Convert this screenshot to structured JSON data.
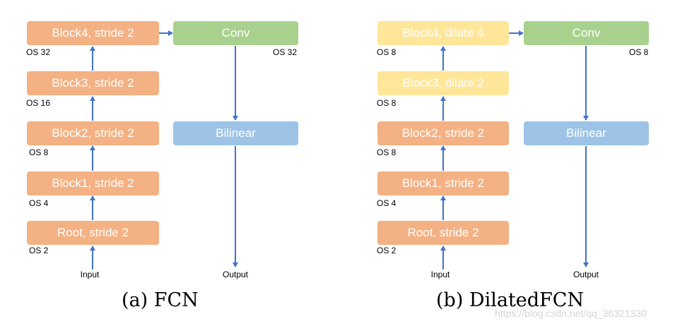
{
  "fcn": {
    "blocks": {
      "block4": "Block4, stride 2",
      "block3": "Block3, stride 2",
      "block2": "Block2, stride 2",
      "block1": "Block1, stride 2",
      "root": "Root, stride 2"
    },
    "conv": "Conv",
    "bilinear": "Bilinear",
    "os_labels": {
      "block4": "OS 32",
      "conv": "OS 32",
      "block3": "OS 16",
      "block2": "OS 8",
      "block1": "OS 4",
      "root": "OS 2"
    },
    "input": "Input",
    "output": "Output",
    "caption": "(a) FCN"
  },
  "dilated": {
    "blocks": {
      "block4": "Block4, dilate 4",
      "block3": "Block3, dilate 2",
      "block2": "Block2, stride 2",
      "block1": "Block1, stride 2",
      "root": "Root, stride 2"
    },
    "conv": "Conv",
    "bilinear": "Bilinear",
    "os_labels": {
      "block4": "OS 8",
      "conv": "OS 8",
      "block3": "OS 8",
      "block2": "OS 8",
      "block1": "OS 4",
      "root": "OS 2"
    },
    "input": "Input",
    "output": "Output",
    "caption": "(b) DilatedFCN"
  },
  "watermark": "https://blog.csdn.net/qq_36321330",
  "colors": {
    "stride_block": "#f4b183",
    "dilate_block": "#ffe699",
    "conv": "#a9d18e",
    "bilinear": "#9dc3e6",
    "arrow": "#4472c4"
  }
}
